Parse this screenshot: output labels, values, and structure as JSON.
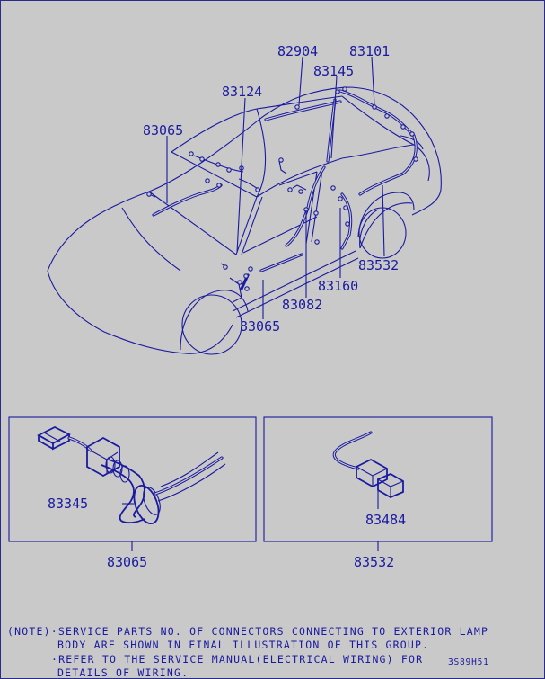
{
  "diagram": {
    "callouts": {
      "c82904": "82904",
      "c83101": "83101",
      "c83145": "83145",
      "c83124": "83124",
      "c83065_top": "83065",
      "c83532_top": "83532",
      "c83160": "83160",
      "c83082": "83082",
      "c83065_bottom": "83065"
    },
    "detail_left": {
      "part": "83345",
      "assembly": "83065"
    },
    "detail_right": {
      "part": "83484",
      "assembly": "83532"
    }
  },
  "note": {
    "line1": "(NOTE)·SERVICE PARTS NO. OF CONNECTORS CONNECTING TO EXTERIOR LAMP",
    "line2": "BODY ARE SHOWN IN FINAL ILLUSTRATION OF THIS GROUP.",
    "line3": "·REFER TO THE SERVICE MANUAL(ELECTRICAL WIRING) FOR",
    "line4": "DETAILS OF WIRING.",
    "code": "3S89H51"
  },
  "colors": {
    "ink": "#1a1aa0",
    "paper": "#c9c9c9"
  }
}
